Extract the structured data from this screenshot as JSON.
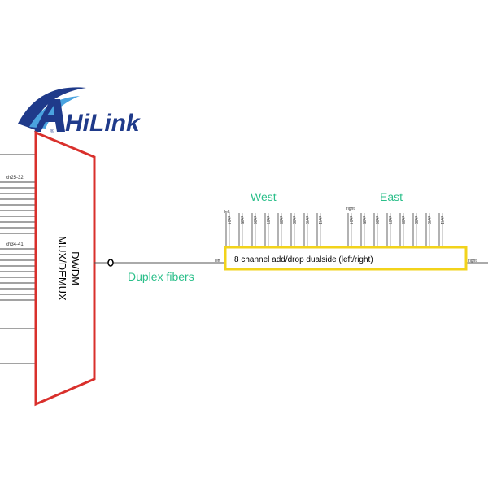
{
  "logo": {
    "text": "HiLink",
    "reg_mark": "®",
    "color_dark": "#1f3a8a",
    "color_light": "#4aa3df"
  },
  "mux": {
    "label_line1": "DWDM",
    "label_line2": "MUX/DEMUX",
    "border_color": "#d9302c",
    "group_a": "ch25-32",
    "group_b": "ch34-41"
  },
  "connector": {
    "label": "Duplex fibers",
    "color": "#2bbf8a"
  },
  "oadm": {
    "box_label": "8 channel add/drop dualside (left/right)",
    "border_color": "#f2d31b",
    "left_port": "left",
    "right_port": "right",
    "west": {
      "title": "West",
      "side_label": "left",
      "channels": [
        "ch34",
        "ch35",
        "ch36",
        "ch37",
        "ch38",
        "ch39",
        "ch40",
        "ch41"
      ]
    },
    "east": {
      "title": "East",
      "side_label": "right",
      "channels": [
        "ch34",
        "ch35",
        "ch36",
        "ch37",
        "ch38",
        "ch39",
        "ch40",
        "ch41"
      ]
    },
    "title_color": "#2bbf8a"
  }
}
